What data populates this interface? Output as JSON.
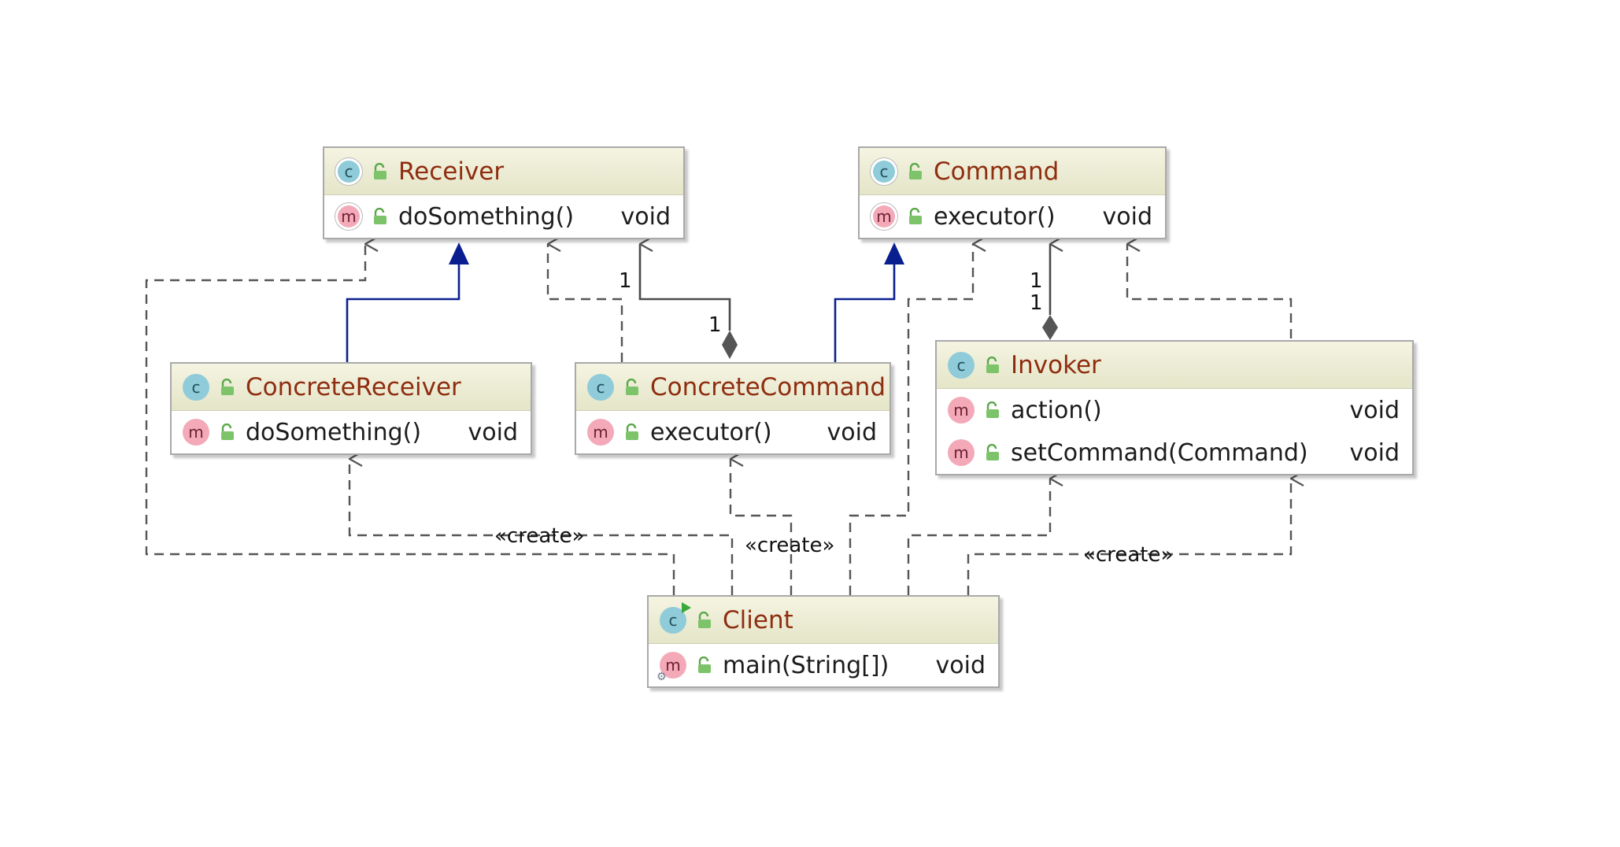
{
  "colors": {
    "class_name": "#8f2d0f",
    "inheritance": "#0a1f8f",
    "dependency": "#555555",
    "composition": "#4a4a4a",
    "header_bg": "#eaeacf",
    "badge_class": "#8fcbd9",
    "badge_method": "#f3a9b8",
    "visibility_icon": "#5aa84a"
  },
  "icons": {
    "class": "c",
    "method": "m",
    "public_visibility": "open-lock-icon"
  },
  "classes": {
    "receiver": {
      "name": "Receiver",
      "methods": [
        {
          "name": "doSomething()",
          "type": "void"
        }
      ]
    },
    "command": {
      "name": "Command",
      "methods": [
        {
          "name": "executor()",
          "type": "void"
        }
      ]
    },
    "concrete_receiver": {
      "name": "ConcreteReceiver",
      "methods": [
        {
          "name": "doSomething()",
          "type": "void"
        }
      ]
    },
    "concrete_command": {
      "name": "ConcreteCommand",
      "methods": [
        {
          "name": "executor()",
          "type": "void"
        }
      ]
    },
    "invoker": {
      "name": "Invoker",
      "methods": [
        {
          "name": "action()",
          "type": "void"
        },
        {
          "name": "setCommand(Command)",
          "type": "void"
        }
      ]
    },
    "client": {
      "name": "Client",
      "methods": [
        {
          "name": "main(String[])",
          "type": "void"
        }
      ]
    }
  },
  "multiplicities": {
    "receiver_end": "1",
    "concrete_command_end": "1",
    "command_end": "1",
    "invoker_end": "1"
  },
  "stereotypes": {
    "create_concrete_receiver": "«create»",
    "create_concrete_command": "«create»",
    "create_invoker": "«create»"
  }
}
